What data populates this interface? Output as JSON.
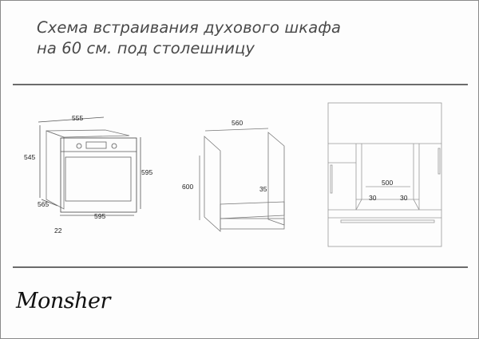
{
  "title": {
    "line1": "Схема встраивания духового шкафа",
    "line2": "на 60 см. под столешницу"
  },
  "diagrams": {
    "oven": {
      "dimensions": {
        "top_width": "555",
        "side_height": "545",
        "front_height": "595",
        "depth": "565",
        "front_width": "595",
        "front_thickness": "22"
      }
    },
    "cabinet": {
      "dimensions": {
        "width": "560",
        "height": "600",
        "shelf_offset": "35"
      }
    },
    "front_view": {
      "dimensions": {
        "opening": "500",
        "left_gap": "30",
        "right_gap": "30"
      }
    }
  },
  "brand": {
    "name": "Monsher"
  },
  "colors": {
    "line": "#6b6b6b",
    "text": "#4a4a4a",
    "drawing": "#9a9a9a"
  }
}
